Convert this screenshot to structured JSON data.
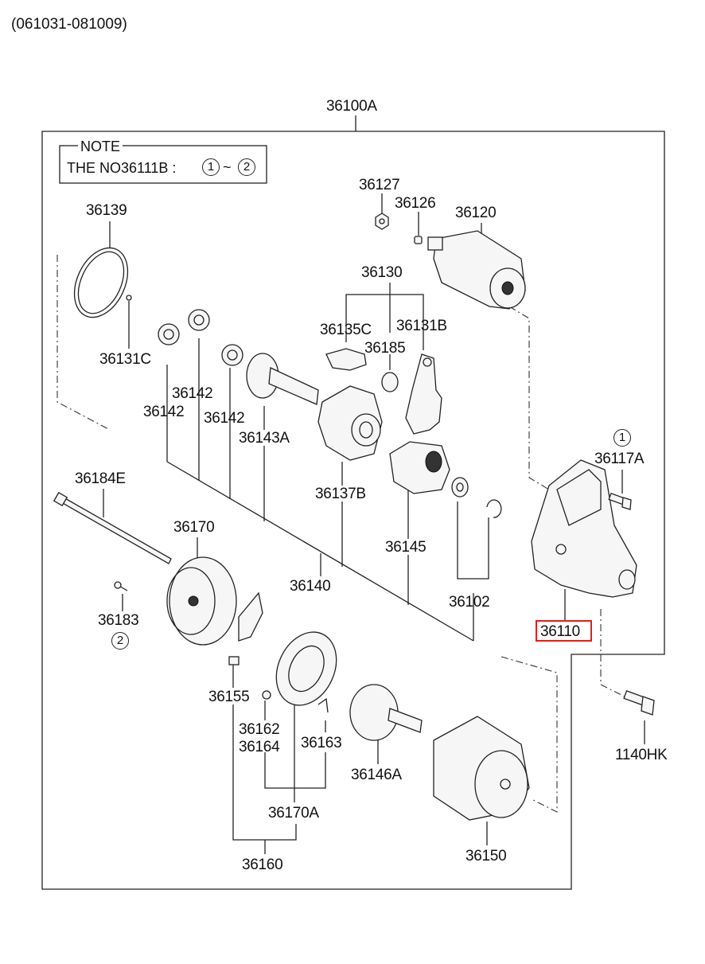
{
  "header": {
    "date_range": "(061031-081009)"
  },
  "note": {
    "title": "NOTE",
    "text": "THE NO36111B :",
    "range_start": "1",
    "range_sep": "~",
    "range_end": "2"
  },
  "assembly_label": "36100A",
  "selected_part": "36110",
  "labels": {
    "p36139": "36139",
    "p36131c": "36131C",
    "p36127": "36127",
    "p36126": "36126",
    "p36120": "36120",
    "p36130": "36130",
    "p36135c": "36135C",
    "p36131b": "36131B",
    "p36185": "36185",
    "p36142a": "36142",
    "p36142b": "36142",
    "p36142c": "36142",
    "p36143a": "36143A",
    "p36137b": "36137B",
    "p36145": "36145",
    "p36117a": "36117A",
    "p36117a_mark": "1",
    "p36184e": "36184E",
    "p36170": "36170",
    "p36140": "36140",
    "p36102": "36102",
    "p36183": "36183",
    "p36183_mark": "2",
    "p36110": "36110",
    "p36155": "36155",
    "p36162": "36162",
    "p36164": "36164",
    "p36163": "36163",
    "p36146a": "36146A",
    "p1140hk": "1140HK",
    "p36170a": "36170A",
    "p36160": "36160",
    "p36150": "36150"
  }
}
